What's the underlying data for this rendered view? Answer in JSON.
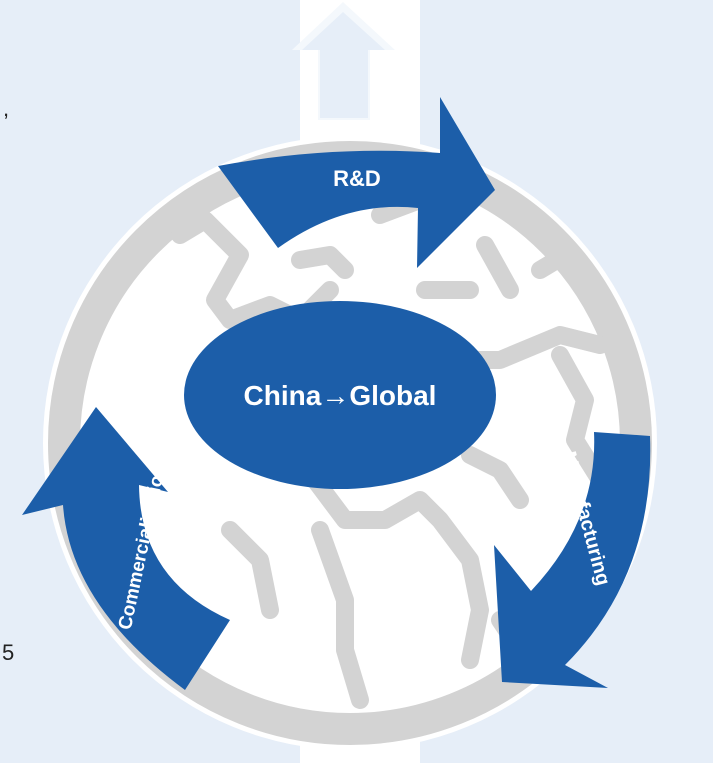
{
  "diagram": {
    "center_label": "China→Global",
    "stages": [
      {
        "label": "R&D"
      },
      {
        "label": "Manufacturing"
      },
      {
        "label": "Commercialization"
      }
    ],
    "edge_fragments": {
      "left_top": ",",
      "left_bottom": "5"
    },
    "colors": {
      "arrow": "#1c5ea9",
      "center": "#1c5ea9",
      "globe": "#d3d3d3",
      "panel": "#e6eef8",
      "label": "#ffffff"
    },
    "icons": [
      "globe-icon",
      "up-arrow-icon"
    ]
  }
}
